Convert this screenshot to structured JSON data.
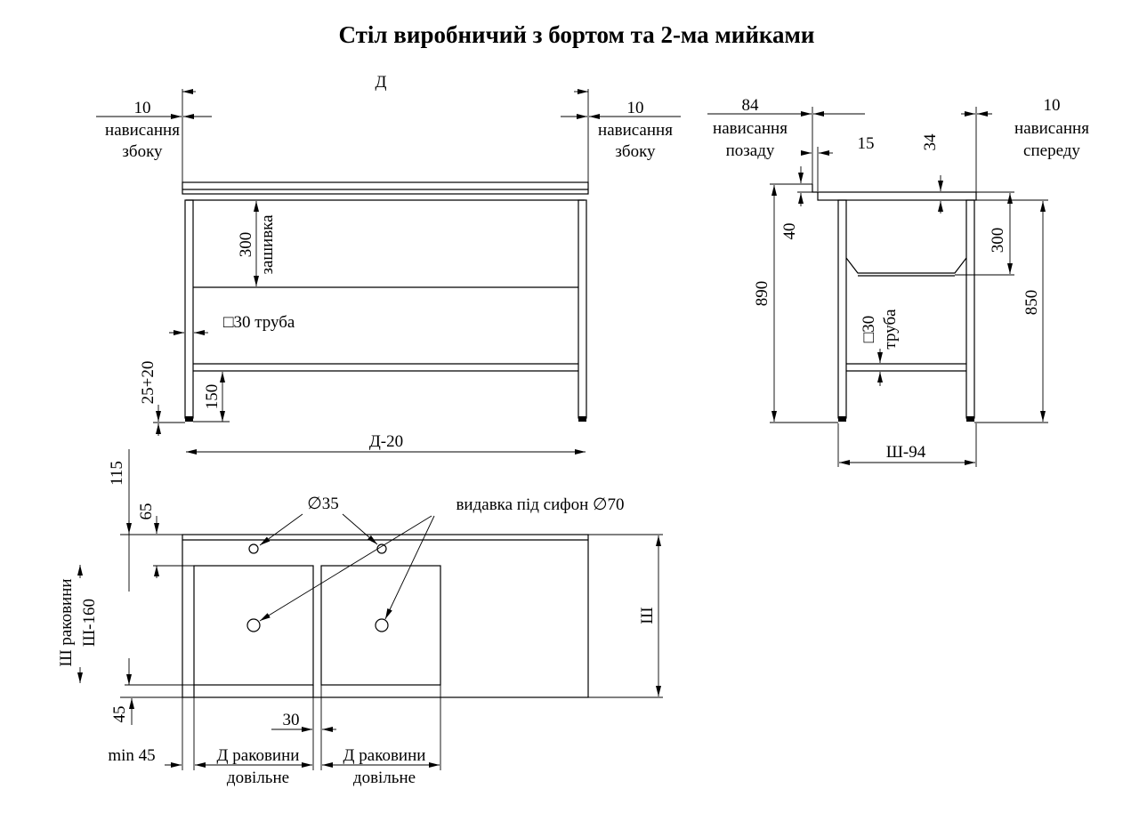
{
  "title": "Стіл виробничий з бортом та 2-ма мийками",
  "front_view": {
    "length_label": "Д",
    "overhang_left_value": "10",
    "overhang_left_line1": "нависання",
    "overhang_left_line2": "збоку",
    "overhang_right_value": "10",
    "overhang_right_line1": "нависання",
    "overhang_right_line2": "збоку",
    "panel_height": "300",
    "panel_label": "зашивка",
    "tube_label": "□30 труба",
    "foot_adjust": "25+20",
    "shelf_height": "150",
    "leg_span": "Д-20"
  },
  "side_view": {
    "overhang_back_value": "84",
    "overhang_back_line1": "нависання",
    "overhang_back_line2": "позаду",
    "overhang_front_value": "10",
    "overhang_front_line1": "нависання",
    "overhang_front_line2": "спереду",
    "lip_width": "15",
    "top_thickness": "34",
    "backsplash_height": "40",
    "total_height": "890",
    "sink_depth": "300",
    "leg_height": "850",
    "tube_size": "□30",
    "tube_label": "труба",
    "leg_span": "Ш-94"
  },
  "top_view": {
    "dim_115": "115",
    "dim_65": "65",
    "hole_label": "∅35",
    "drain_label": "видавка під сифон ∅70",
    "sink_width_line1": "Ш раковини",
    "sink_width_line2": "Ш-160",
    "width_label": "Ш",
    "dim_45": "45",
    "gap_30": "30",
    "min_45": "min 45",
    "sink1_line1": "Д раковини",
    "sink1_line2": "довільне",
    "sink2_line1": "Д раковини",
    "sink2_line2": "довільне"
  }
}
